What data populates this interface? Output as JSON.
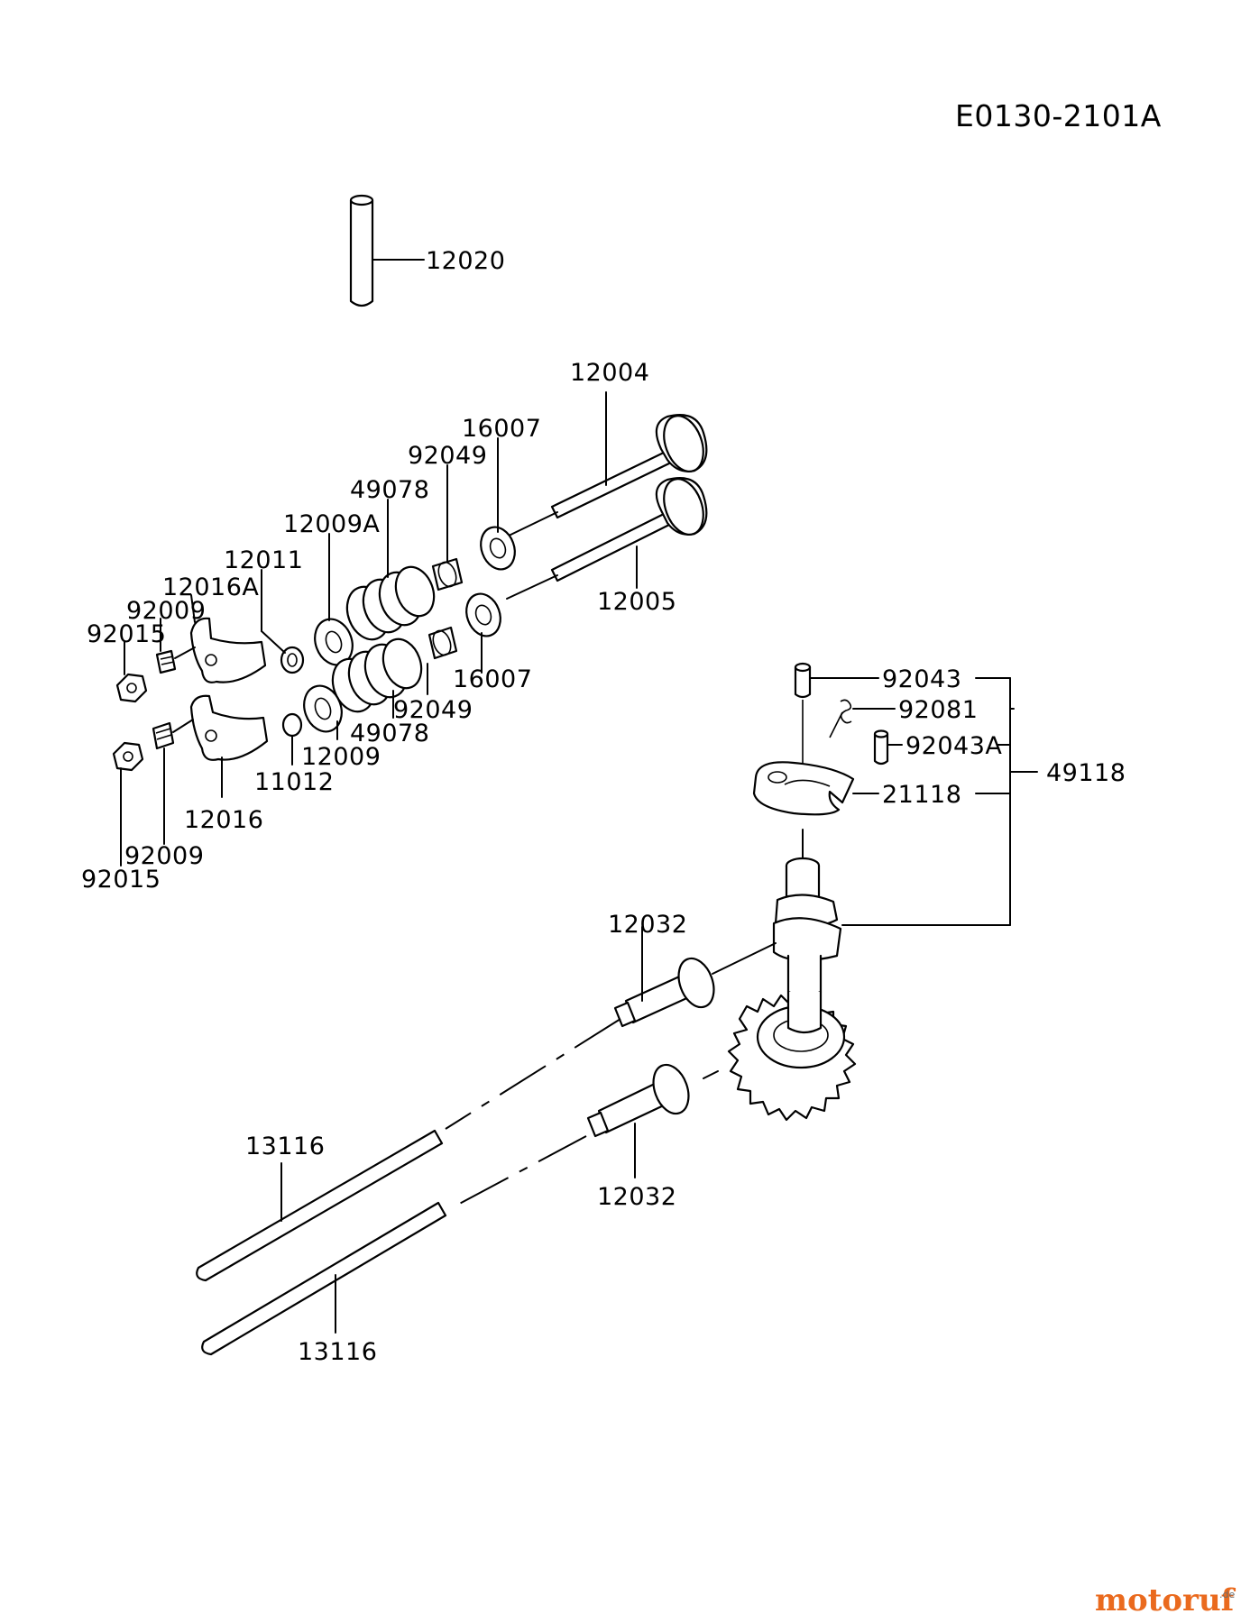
{
  "diagram": {
    "code": "E0130-2101A",
    "watermark": {
      "brand": "motoruf",
      "tld": ".de",
      "brand_color": "#ea6a1e"
    },
    "parts": [
      {
        "id": "p12020",
        "label": "12020"
      },
      {
        "id": "p12004",
        "label": "12004"
      },
      {
        "id": "p16007a",
        "label": "16007"
      },
      {
        "id": "p92049a",
        "label": "92049"
      },
      {
        "id": "p49078a",
        "label": "49078"
      },
      {
        "id": "p12009A",
        "label": "12009A"
      },
      {
        "id": "p12011",
        "label": "12011"
      },
      {
        "id": "p12016A",
        "label": "12016A"
      },
      {
        "id": "p92009a",
        "label": "92009"
      },
      {
        "id": "p92015a",
        "label": "92015"
      },
      {
        "id": "p12005",
        "label": "12005"
      },
      {
        "id": "p16007b",
        "label": "16007"
      },
      {
        "id": "p92049b",
        "label": "92049"
      },
      {
        "id": "p49078b",
        "label": "49078"
      },
      {
        "id": "p12009",
        "label": "12009"
      },
      {
        "id": "p11012",
        "label": "11012"
      },
      {
        "id": "p12016",
        "label": "12016"
      },
      {
        "id": "p92009b",
        "label": "92009"
      },
      {
        "id": "p92015b",
        "label": "92015"
      },
      {
        "id": "p92043",
        "label": "92043"
      },
      {
        "id": "p92081",
        "label": "92081"
      },
      {
        "id": "p92043A",
        "label": "92043A"
      },
      {
        "id": "p21118",
        "label": "21118"
      },
      {
        "id": "p49118",
        "label": "49118"
      },
      {
        "id": "p12032a",
        "label": "12032"
      },
      {
        "id": "p12032b",
        "label": "12032"
      },
      {
        "id": "p13116a",
        "label": "13116"
      },
      {
        "id": "p13116b",
        "label": "13116"
      }
    ]
  }
}
